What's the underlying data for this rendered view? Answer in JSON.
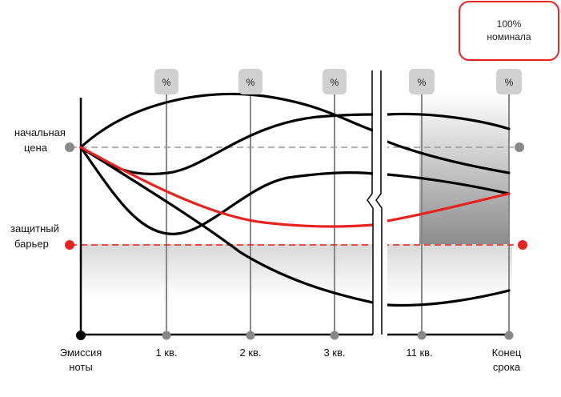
{
  "nominal_box": {
    "line1": "100%",
    "line2": "номинала"
  },
  "checkpoint_marker": "%",
  "levels": {
    "initial_price": {
      "line1": "начальная",
      "line2": "цена"
    },
    "barrier": {
      "line1": "защитный",
      "line2": "барьер"
    }
  },
  "x_axis": {
    "issue": {
      "line1": "Эмиссия",
      "line2": "ноты"
    },
    "q1": "1 кв.",
    "q2": "2 кв.",
    "q3": "3 кв.",
    "q11": "11 кв.",
    "maturity": {
      "line1": "Конец",
      "line2": "срока"
    }
  },
  "colors": {
    "accent": "#e8231f",
    "path": "#000000",
    "guide": "#888888",
    "marker_box": "#d0d0d0"
  }
}
